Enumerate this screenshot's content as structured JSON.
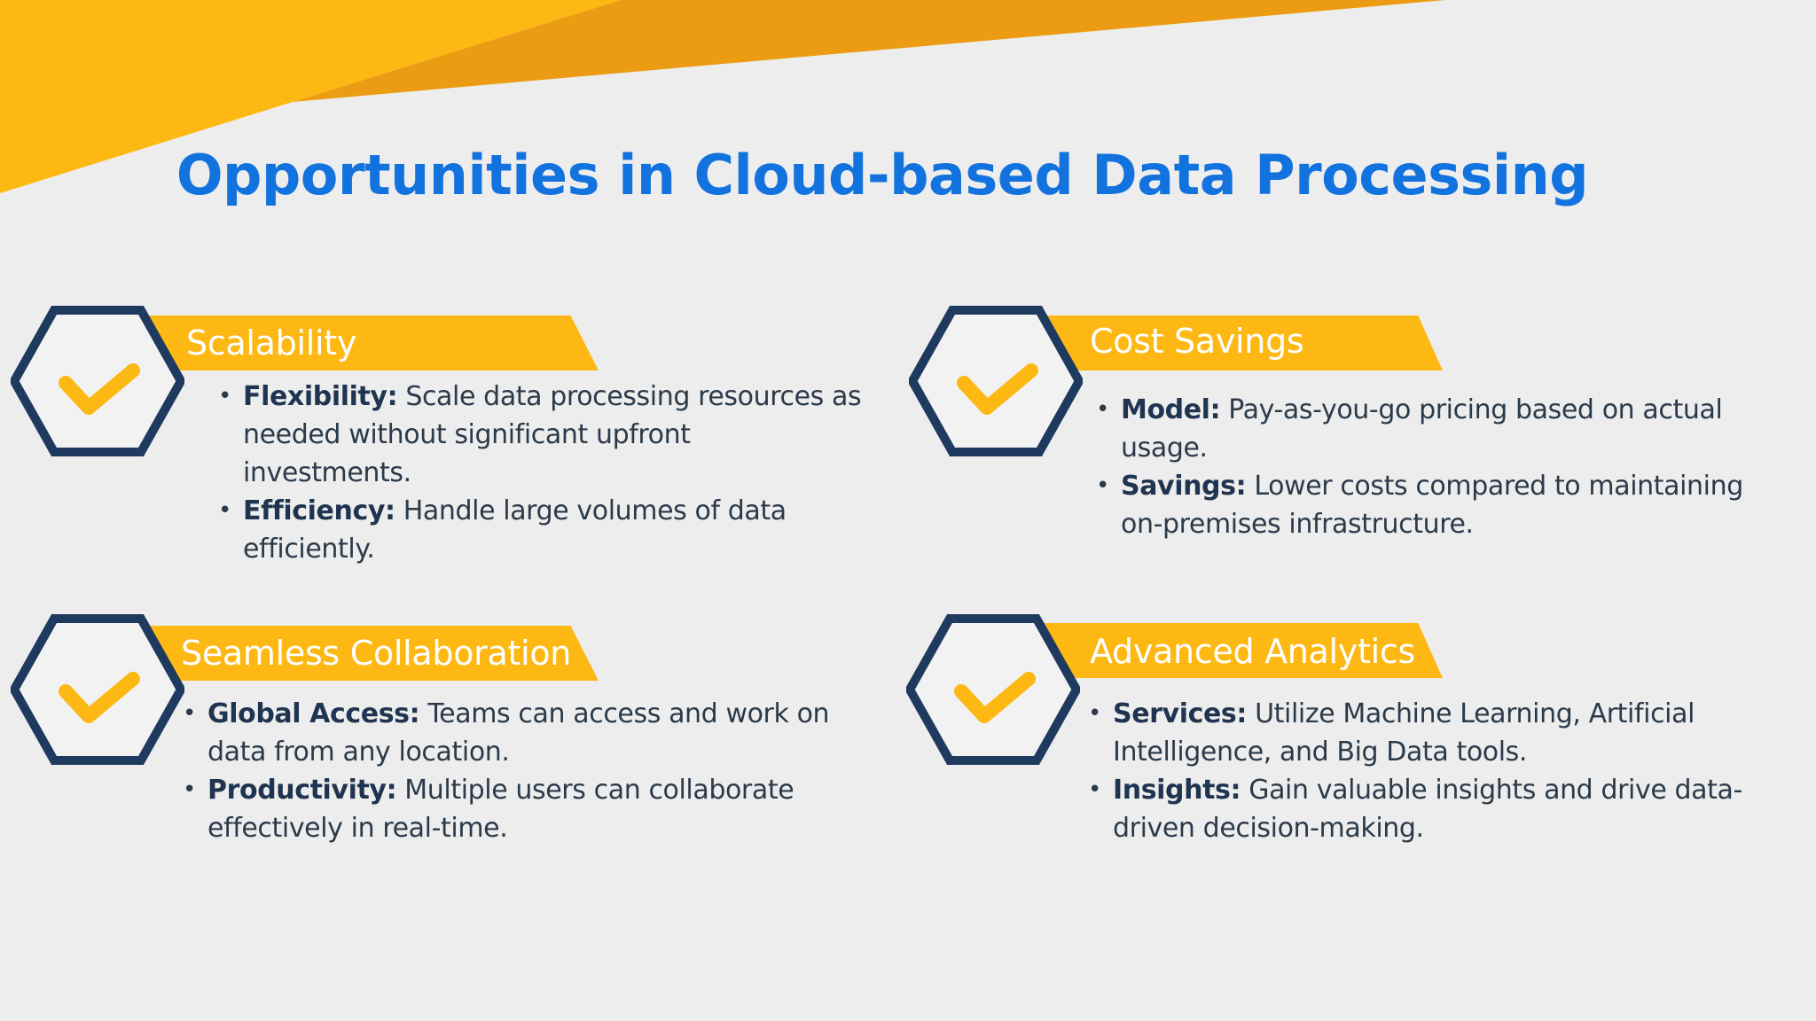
{
  "slide": {
    "title": "Opportunities in Cloud-based Data Processing",
    "colors": {
      "accent_yellow": "#fdb813",
      "accent_orange": "#eb9c12",
      "title_blue": "#1273de",
      "hex_navy": "#1f3a5f",
      "background": "#ededed"
    }
  },
  "cards": [
    {
      "heading": "Scalability",
      "icon": "checkmark-hexagon-icon",
      "items": [
        {
          "term": "Flexibility:",
          "text": " Scale data processing resources as needed without significant upfront investments."
        },
        {
          "term": "Efficiency:",
          "text": " Handle large volumes of data efficiently."
        }
      ]
    },
    {
      "heading": "Cost Savings",
      "icon": "checkmark-hexagon-icon",
      "items": [
        {
          "term": "Model:",
          "text": " Pay-as-you-go pricing based on actual usage."
        },
        {
          "term": "Savings:",
          "text": " Lower costs compared to maintaining on-premises infrastructure."
        }
      ]
    },
    {
      "heading": "Seamless Collaboration",
      "icon": "checkmark-hexagon-icon",
      "items": [
        {
          "term": "Global Access:",
          "text": " Teams can access and work on data from any location."
        },
        {
          "term": "Productivity:",
          "text": " Multiple users can collaborate effectively in real-time."
        }
      ]
    },
    {
      "heading": "Advanced Analytics",
      "icon": "checkmark-hexagon-icon",
      "items": [
        {
          "term": "Services:",
          "text": " Utilize Machine Learning, Artificial Intelligence, and Big Data tools."
        },
        {
          "term": "Insights:",
          "text": " Gain valuable insights and drive data-driven decision-making."
        }
      ]
    }
  ]
}
